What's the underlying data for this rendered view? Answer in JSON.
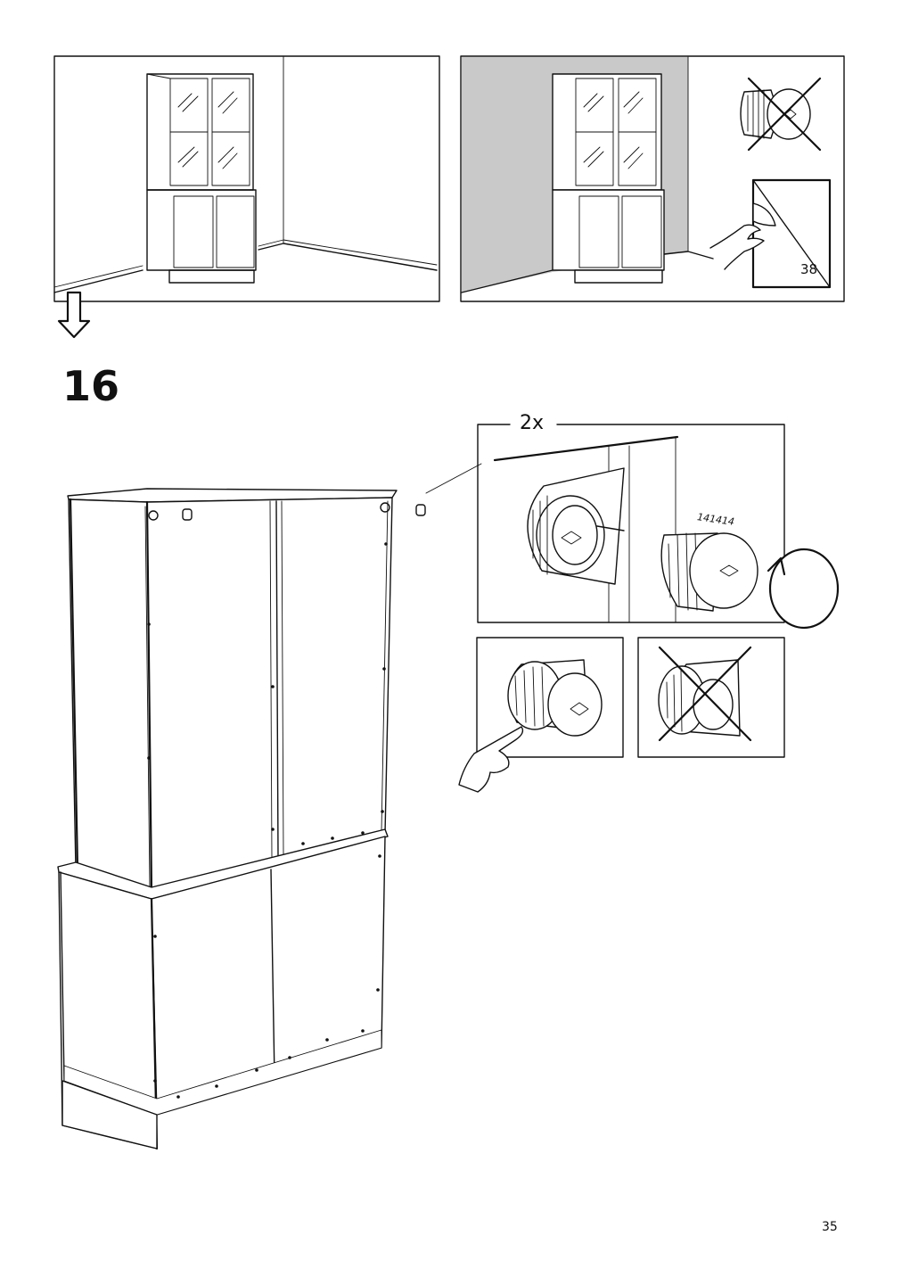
{
  "step": {
    "number": "16"
  },
  "page": {
    "number": "35"
  },
  "detail": {
    "quantity": "2x",
    "part_number": "141414"
  },
  "reference": {
    "page": "38"
  }
}
